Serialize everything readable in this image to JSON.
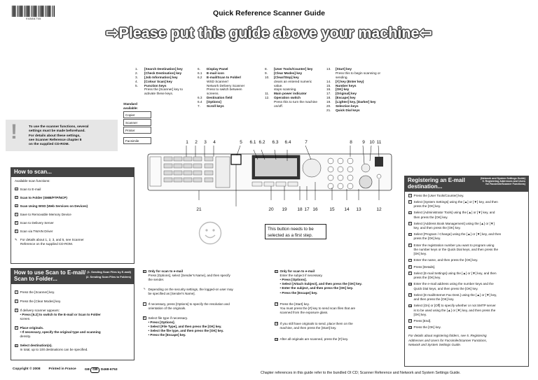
{
  "barcode_number": "94886755",
  "title": "Quick Reference Scanner Guide",
  "headline": "⇨Please put this guide above your machine⇦",
  "keys": {
    "col1": [
      {
        "n": "1.",
        "t": "[Search Destination] key"
      },
      {
        "n": "2.",
        "t": "[Check Destination] key"
      },
      {
        "n": "3.",
        "t": "[Job Information] key"
      },
      {
        "n": "4.",
        "t": "[Colour Scan] key"
      },
      {
        "n": "5.",
        "t": "Function keys"
      },
      {
        "n": "",
        "t": "Press the [Scanner] key to"
      },
      {
        "n": "",
        "t": "activate these keys."
      }
    ],
    "col2": [
      {
        "n": "6.",
        "t": "Display Panel"
      },
      {
        "n": "6.1",
        "t": "E-mail icon"
      },
      {
        "n": "6.2",
        "t": "E-mail/Scan to Folder/"
      },
      {
        "n": "",
        "t": "WSD Scanner/"
      },
      {
        "n": "",
        "t": "Network Delivery Scanner"
      },
      {
        "n": "",
        "t": "Press to switch between"
      },
      {
        "n": "",
        "t": "screens."
      },
      {
        "n": "6.3",
        "t": "Destination field"
      },
      {
        "n": "6.4",
        "t": "[Options]"
      },
      {
        "n": "7.",
        "t": "Scroll keys"
      }
    ],
    "col3": [
      {
        "n": "8.",
        "t": "[User Tools/Counter] key"
      },
      {
        "n": "9.",
        "t": "[Clear Modes] key"
      },
      {
        "n": "10.",
        "t": "[Clear/Stop] key"
      },
      {
        "n": "",
        "t": "clears an entered numeric"
      },
      {
        "n": "",
        "t": "value."
      },
      {
        "n": "",
        "t": "stops scanning."
      },
      {
        "n": "11.",
        "t": "Main power indicator"
      },
      {
        "n": "12.",
        "t": "Operation switch"
      },
      {
        "n": "",
        "t": "Press this to turn the machine"
      },
      {
        "n": "",
        "t": "on/off."
      }
    ],
    "col4": [
      {
        "n": "13.",
        "t": "[Start] key"
      },
      {
        "n": "",
        "t": "Press this to begin scanning or"
      },
      {
        "n": "",
        "t": "sending."
      },
      {
        "n": "14.",
        "t": "[#] key (Enter key)"
      },
      {
        "n": "15.",
        "t": "Number keys"
      },
      {
        "n": "16.",
        "t": "[OK] key"
      },
      {
        "n": "17.",
        "t": "[Original] key"
      },
      {
        "n": "18.",
        "t": "[Escape] key"
      },
      {
        "n": "19.",
        "t": "[Lighter] key, [Darker] key"
      },
      {
        "n": "20.",
        "t": "Selection keys"
      },
      {
        "n": "21.",
        "t": "Quick Dial keys"
      }
    ]
  },
  "standard": {
    "title": "Standard available:",
    "items": [
      "Copier",
      "Scanner",
      "Printer",
      "Facsimile"
    ]
  },
  "notice_lines": [
    "To use the scanner functions, several",
    "settings must be made beforehand.",
    "For details about these settings,",
    "see Scanner Reference chapter 8",
    "on the supplied CD-ROM."
  ],
  "how_to_scan": {
    "heading": "How to scan...",
    "intro": "Available scan functions:",
    "items": [
      "Scan to E-mail",
      "Scan to Folder (SMB/FTP/NCP)",
      "Scan Using WSD (Web Services on Devices)",
      "Save to Removable Memory Device",
      "Scan to Delivery Server",
      "Scan via TWAIN Driver"
    ],
    "footnote1": "For details about 1, 2, 3, and 5, see Scanner",
    "footnote2": "Reference on the supplied CD-ROM."
  },
  "how_to_use": {
    "heading1": "How to use Scan to E-mail/",
    "heading2": "Scan to Folder...",
    "sub1": "(1. Sending Scan Files by E-mail)",
    "sub2": "(2. Sending Scan Files to Folders)",
    "steps": [
      {
        "n": "1",
        "lines": [
          "Press the [Scanner] key."
        ]
      },
      {
        "n": "2",
        "lines": [
          "Press the [Clear Modes] key."
        ]
      },
      {
        "n": "3",
        "lines": [
          "If delivery scanner appears:",
          "• Press [6.2] to switch to the E-mail or Scan to Folder",
          "  screen."
        ]
      },
      {
        "n": "4",
        "lines": [
          "Place originals.",
          "• If necessary, specify the original type and scanning",
          "  density."
        ]
      },
      {
        "n": "5",
        "lines": [
          "Select destination(s).",
          "In total, up to 100 destinations can be specified."
        ]
      }
    ]
  },
  "col_middle1": {
    "steps": [
      {
        "n": "6",
        "lines": [
          "Only for scan to e-mail",
          "Press [Options], select [Sender's Name], and then specify",
          "the sender."
        ]
      },
      {
        "n": "",
        "lines": [
          "Depending on the security settings, the logged-on user may",
          "be specified as [Sender's Name]."
        ]
      },
      {
        "n": "7",
        "lines": [
          "If necessary, press [Options] to specify the resolution and",
          "orientation of the originals."
        ]
      },
      {
        "n": "8",
        "lines": [
          "Select file type if necessary.",
          "• Press [Options].",
          "• Select [File Type], and then press the [OK] key.",
          "• Select the file type, and then press the [OK] key.",
          "• Press the [Escape] key."
        ]
      }
    ]
  },
  "col_middle2": {
    "steps": [
      {
        "n": "9",
        "lines": [
          "Only for scan to e-mail",
          "Enter the subject if necessary.",
          "• Press [Options].",
          "• Select [Attach Subject], and then press the [OK] key.",
          "• Enter the subject, and then press the [OK] key.",
          "• Press the [Escape] key."
        ]
      },
      {
        "n": "10",
        "lines": [
          "Press the [Start] key.",
          "You must press the [#] key to send scan files that are",
          "scanned from the exposure glass."
        ]
      },
      {
        "n": "11",
        "lines": [
          "If you still have originals to send, place them on the",
          "machine, and then press the [Start] key."
        ]
      },
      {
        "n": "12",
        "lines": [
          "After all originals are scanned, press the [#] key."
        ]
      }
    ]
  },
  "registering": {
    "heading1": "Registering an E-mail",
    "heading2": "destination...",
    "sub1": "(Network and System Settings Guide)",
    "sub2": "5. Registering Addresses and Users",
    "sub3": "for Facsimile/Scanner Functions)",
    "steps": [
      {
        "n": "1",
        "lines": [
          "Press the [User Tools/Counter] key."
        ]
      },
      {
        "n": "2",
        "lines": [
          "Select [System Settings] using the [▲] or [▼] key, and then",
          "press the [OK] key."
        ]
      },
      {
        "n": "3",
        "lines": [
          "Select [Administrator Tools] using the [▲] or [▼] key, and",
          "then press the [OK] key."
        ]
      },
      {
        "n": "4",
        "lines": [
          "Select [Address Book Management] using the [▲] or [▼]",
          "key, and then press the [OK] key."
        ]
      },
      {
        "n": "5",
        "lines": [
          "Select [Program / Change] using the [▲] or [▼] key, and then",
          "press the [OK] key."
        ]
      },
      {
        "n": "6",
        "lines": [
          "Enter the registration number you want to program using",
          "the number keys or the Quick Dial keys, and then press the",
          "[OK] key."
        ]
      },
      {
        "n": "7",
        "lines": [
          "Enter the name, and then press the [OK] key."
        ]
      },
      {
        "n": "8",
        "lines": [
          "Press [Details]."
        ]
      },
      {
        "n": "9",
        "lines": [
          "Select [E-mail Settings] using the [▲] or [▼] key, and then",
          "press the [OK] key."
        ]
      },
      {
        "n": "10",
        "lines": [
          "Enter the e-mail address using the number keys and the",
          "Quick Dial keys, and then press the [OK] key."
        ]
      },
      {
        "n": "11",
        "lines": [
          "Select [E-mail/Internet Fax Dest.] using the [▲] or [▼] key,",
          "and then press the [OK] key."
        ]
      },
      {
        "n": "12",
        "lines": [
          "Select [On] or [Off] to specify whether or not SMTP server",
          "is to be used using the [▲] or [▼] key, and then press the",
          "[OK] key."
        ]
      },
      {
        "n": "13",
        "lines": [
          "Press [End]."
        ]
      },
      {
        "n": "14",
        "lines": [
          "Press the [OK] key."
        ]
      }
    ],
    "note": [
      "For details about registering folders, see 5. Registering",
      "Addresses and Users for Facsimile/Scanner Functions,",
      "Network and System Settings Guide."
    ]
  },
  "machine_labels": {
    "top": [
      "1",
      "2",
      "3",
      "4",
      "5",
      "6.1",
      "6.2",
      "6.3",
      "6.4",
      "7",
      "8",
      "9",
      "10",
      "11"
    ],
    "bottom": [
      "21",
      "20",
      "19",
      "18",
      "17",
      "16",
      "15",
      "14",
      "13",
      "12"
    ]
  },
  "callout": "This button needs to be selected as a first step.",
  "footer": {
    "copyright": "Copyright © 2008",
    "printed": "Printed in France",
    "gb": "GB",
    "gb_circle": "GB",
    "code": "D468-6753",
    "chapter_ref": "Chapter references in this guide refer to the bundled OI CD; Scanner Reference and Network and System Settings Guide."
  }
}
